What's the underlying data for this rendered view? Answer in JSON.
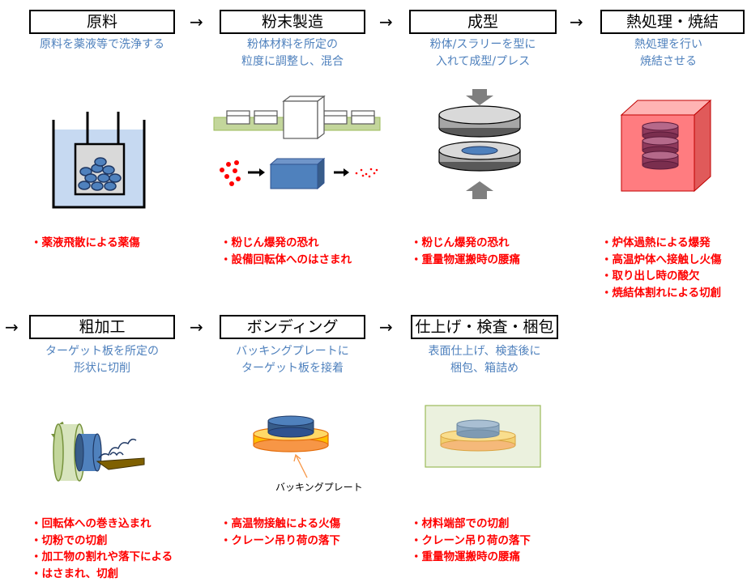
{
  "arrow_glyph": "→",
  "steps": [
    {
      "title": "原料",
      "desc": [
        "原料を薬液等で洗浄する"
      ],
      "risks": [
        "・薬液飛散による薬傷"
      ]
    },
    {
      "title": "粉末製造",
      "desc": [
        "粉体材料を所定の",
        "粒度に調整し、混合"
      ],
      "risks": [
        "・粉じん爆発の恐れ",
        "・設備回転体へのはさまれ"
      ]
    },
    {
      "title": "成型",
      "desc": [
        "粉体/スラリーを型に",
        "入れて成型/プレス"
      ],
      "risks": [
        "・粉じん爆発の恐れ",
        "・重量物運搬時の腰痛"
      ]
    },
    {
      "title": "熱処理・焼結",
      "desc": [
        "熱処理を行い",
        "焼結させる"
      ],
      "risks": [
        "・炉体過熱による爆発",
        "・高温炉体へ接触し火傷",
        "・取り出し時の酸欠",
        "・焼結体割れによる切創"
      ]
    },
    {
      "title": "粗加工",
      "desc": [
        "ターゲット板を所定の",
        "形状に切削"
      ],
      "risks": [
        "・回転体への巻き込まれ",
        "・切粉での切創",
        "・加工物の割れや落下による",
        "・はさまれ、切創"
      ]
    },
    {
      "title": "ボンディング",
      "desc": [
        "バッキングプレートに",
        "ターゲット板を接着"
      ],
      "risks": [
        "・高温物接触による火傷",
        "・クレーン吊り荷の落下"
      ],
      "annotation": "バッキングプレート"
    },
    {
      "title": "仕上げ・検査・梱包",
      "desc": [
        "表面仕上げ、検査後に",
        "梱包、箱詰め"
      ],
      "risks": [
        "・材料端部での切創",
        "・クレーン吊り荷の落下",
        "・重量物運搬時の腰痛"
      ]
    }
  ],
  "colors": {
    "description": "#4F81BD",
    "risk": "#FF0000",
    "liquid": "#C6D9F1",
    "blue_item": "#4F81BD",
    "red_furnace": "#FF7C80",
    "gold_plate": "#FFC000",
    "green_rail": "#C3D69B"
  }
}
